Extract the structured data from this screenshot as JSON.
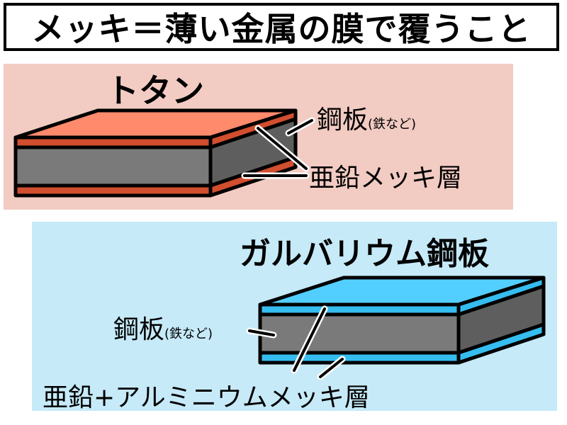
{
  "title": "メッキ＝薄い金属の膜で覆うこと",
  "panels": {
    "totan": {
      "heading": "トタン",
      "label_steel": "鋼板",
      "label_steel_note": "(鉄など)",
      "label_plating": "亜鉛メッキ層",
      "background": "#f2cbc3",
      "plating_top_color": "#ff8a6c",
      "plating_side_color": "#d14e2e"
    },
    "galvalume": {
      "heading": "ガルバリウム鋼板",
      "label_steel": "鋼板",
      "label_steel_note": "(鉄など)",
      "label_plating": "亜鉛+アルミニウムメッキ層",
      "background": "#c6eaf8",
      "plating_top_color": "#52cffe",
      "plating_side_color": "#35bdf0"
    },
    "steel_color_front": "#7a7a7a",
    "steel_color_side": "#5e5e5e"
  }
}
